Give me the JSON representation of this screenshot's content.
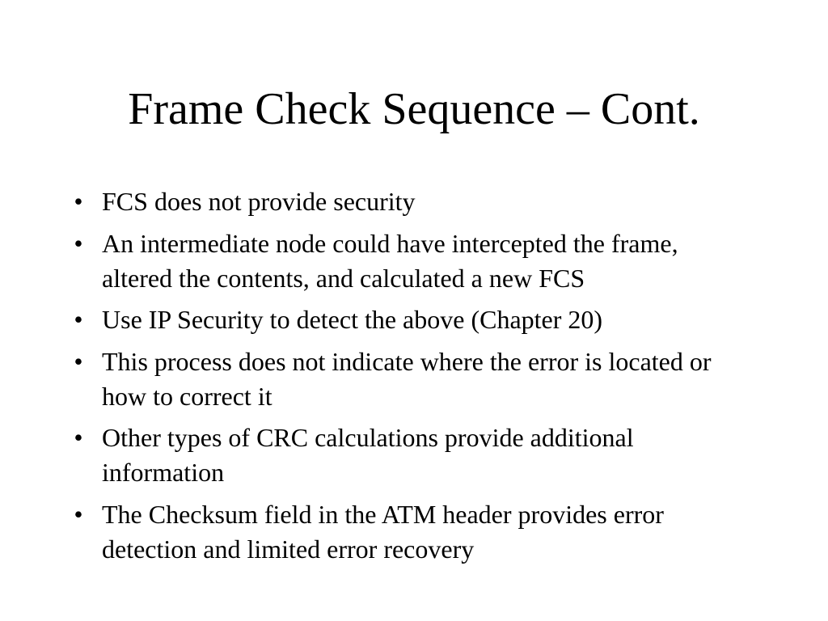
{
  "slide": {
    "title": "Frame Check Sequence – Cont.",
    "bullet_glyph": "•",
    "bullets": [
      "FCS does not provide security",
      "An intermediate node could have intercepted the frame, altered the contents, and calculated a new FCS",
      "Use IP Security to detect the above (Chapter 20)",
      "This process does not indicate where the error is located or how to correct it",
      "Other types of CRC calculations provide additional information",
      "The Checksum field in the ATM header provides error detection and limited error recovery"
    ]
  }
}
